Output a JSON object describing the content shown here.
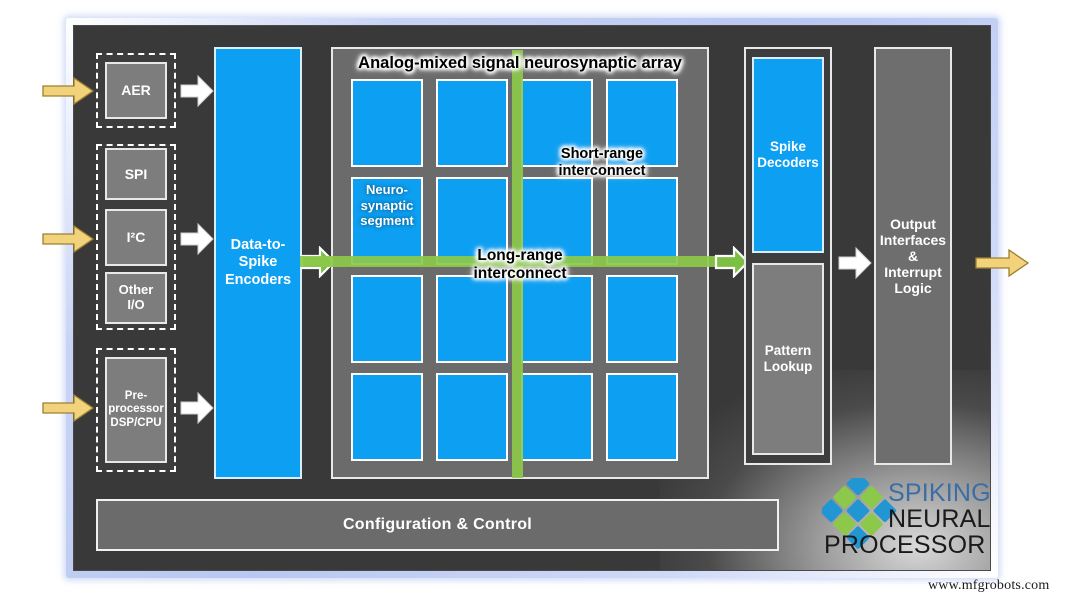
{
  "diagram": {
    "title": "Spiking Neural Processor block diagram",
    "watermark": "www.mfgrobots.com",
    "colors": {
      "chip_background": "#393939",
      "blue_block": "#0d9ff2",
      "gray_block": "#7d7d7d",
      "array_background": "#6b6b6b",
      "long_range_green": "#8cc94a",
      "gold_arrow": "#f2d27a",
      "frame_glow": "#b9c8f2",
      "logo_blue": "#3a6ea5",
      "logo_mark_blue": "#2196d3",
      "logo_mark_green": "#8cc94a"
    }
  },
  "inputs": {
    "group_aer": {
      "label": "AER"
    },
    "group_bus": {
      "items": [
        {
          "label": "SPI"
        },
        {
          "label": "I²C"
        },
        {
          "label": "Other\nI/O"
        }
      ]
    },
    "group_preproc": {
      "label": "Pre-\nprocessor\nDSP/CPU"
    }
  },
  "encoders": {
    "label": "Data-to-\nSpike\nEncoders"
  },
  "array": {
    "title": "Analog-mixed signal neurosynaptic array",
    "segment_label": "Neuro-\nsynaptic\nsegment",
    "short_range_label": "Short-range\ninterconnect",
    "long_range_label": "Long-range\ninterconnect",
    "rows": 4,
    "cols": 4
  },
  "decoders": {
    "label": "Spike\nDecoders"
  },
  "pattern_lookup": {
    "label": "Pattern\nLookup"
  },
  "output": {
    "label": "Output\nInterfaces\n&\nInterrupt\nLogic"
  },
  "config_bar": {
    "label": "Configuration & Control"
  },
  "logo": {
    "line1": "SPIKING",
    "line2": "NEURAL",
    "line3": "PROCESSOR"
  }
}
